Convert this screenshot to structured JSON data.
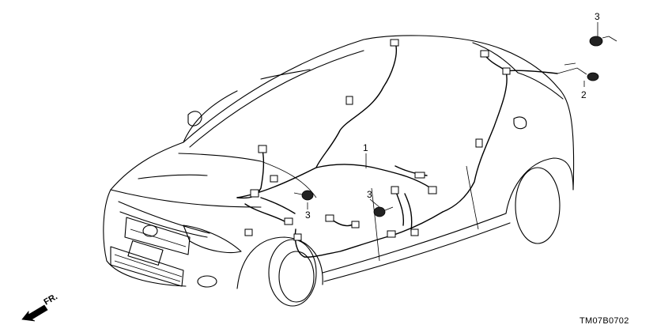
{
  "callouts": [
    {
      "id": "callout-1-main-harness",
      "label": "1"
    },
    {
      "id": "callout-2-rear-clip",
      "label": "2"
    },
    {
      "id": "callout-3-rear-grommet",
      "label": "3"
    },
    {
      "id": "callout-3-front-grommet",
      "label": "3"
    },
    {
      "id": "callout-3-floor-grommet",
      "label": "3"
    }
  ],
  "direction_indicator": {
    "label": "FR.",
    "icon": "arrow-left-down-icon"
  },
  "diagram_code": "TM07B0702",
  "colors": {
    "line": "#000000",
    "background": "#ffffff"
  }
}
